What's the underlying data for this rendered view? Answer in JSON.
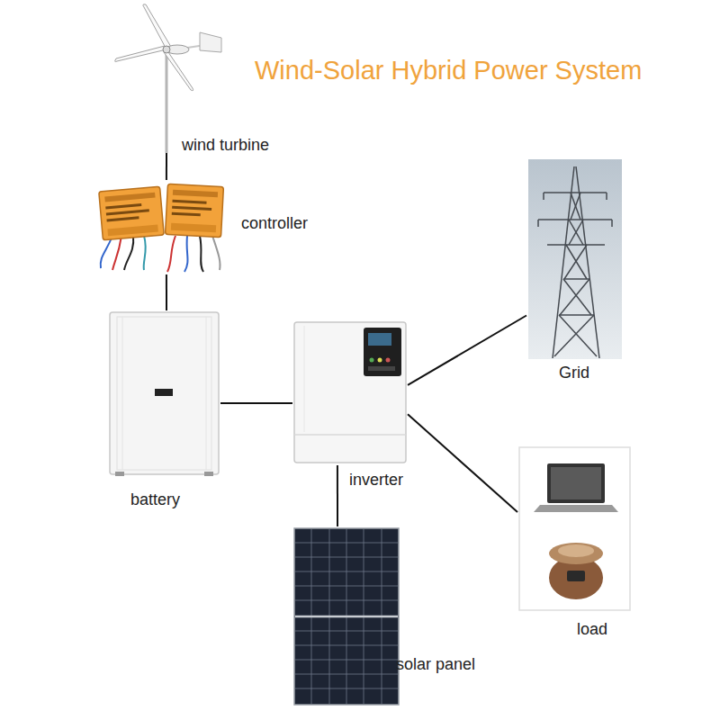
{
  "diagram": {
    "title": "Wind-Solar Hybrid Power System",
    "nodes": [
      {
        "text": [
          "wind turbine"
        ]
      },
      {
        "text": [
          "controller"
        ]
      },
      {
        "text": [
          "battery"
        ]
      },
      {
        "text": [
          "inverter"
        ]
      },
      {
        "text": [
          "Grid"
        ]
      },
      {
        "text": [
          "load"
        ]
      },
      {
        "text": [
          "solar panel"
        ]
      }
    ],
    "edges": [
      {
        "from": 0,
        "to": 1,
        "arrow": "none"
      },
      {
        "from": 1,
        "to": 2,
        "arrow": "none"
      },
      {
        "from": 2,
        "to": 3,
        "arrow": "none"
      },
      {
        "from": 3,
        "to": 6,
        "arrow": "none"
      },
      {
        "from": 3,
        "to": 4,
        "arrow": "none"
      },
      {
        "from": 3,
        "to": 5,
        "arrow": "none"
      }
    ]
  }
}
